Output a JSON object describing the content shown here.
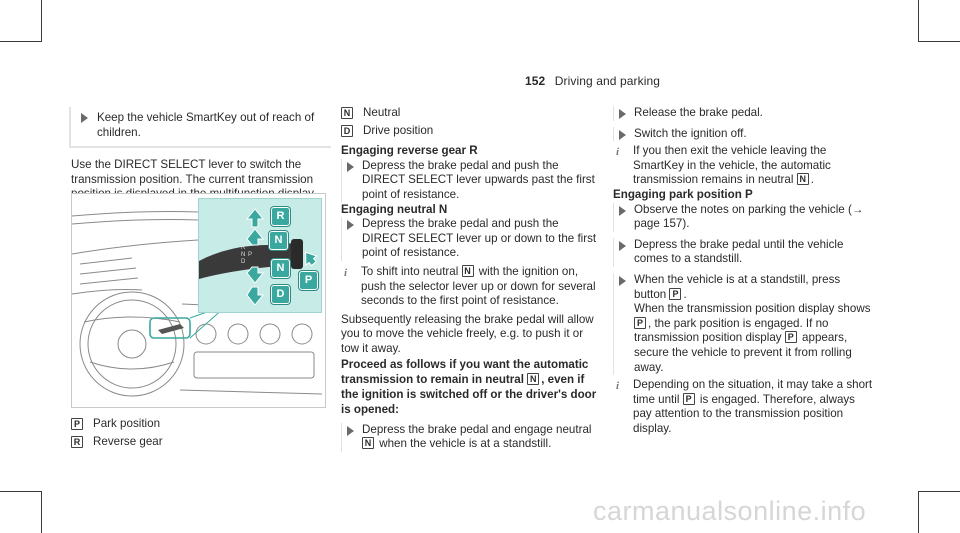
{
  "header": {
    "page_number": "152",
    "section": "Driving and parking"
  },
  "left": {
    "tip": "Keep the vehicle SmartKey out of reach of children.",
    "intro": "Use the DIRECT SELECT lever to switch the transmission position. The current transmission position is displayed in the multifunction display.",
    "figure": {
      "gears": [
        "R",
        "N",
        "N",
        "P",
        "D"
      ],
      "lever_labels": [
        "R",
        "N",
        "D",
        "P"
      ]
    },
    "legend": [
      {
        "symbol": "P",
        "text": "Park position"
      },
      {
        "symbol": "R",
        "text": "Reverse gear"
      }
    ]
  },
  "middle": {
    "legend": [
      {
        "symbol": "N",
        "text": "Neutral"
      },
      {
        "symbol": "D",
        "text": "Drive position"
      }
    ],
    "h_reverse": "Engaging reverse gear R",
    "reverse_step": "Depress the brake pedal and push the DIRECT SELECT lever upwards past the first point of resistance.",
    "h_neutral": "Engaging neutral N",
    "neutral_step": "Depress the brake pedal and push the DIRECT SELECT lever up or down to the first point of resistance.",
    "neutral_note_a": "To shift into neutral",
    "neutral_note_sym": "N",
    "neutral_note_b": "with the ignition on, push the selector lever up or down for several seconds to the first point of resistance.",
    "rolling": "Subsequently releasing the brake pedal will allow you to move the vehicle freely, e.g. to push it or tow it away.",
    "h_proceed_a": "Proceed as follows if you want the automatic transmission to remain in neutral",
    "h_proceed_sym": "N",
    "h_proceed_b": ", even if the ignition is switched off or the driver's door is opened:",
    "proceed_step_a": "Depress the brake pedal and engage neutral",
    "proceed_step_sym": "N",
    "proceed_step_b": "when the vehicle is at a standstill."
  },
  "right": {
    "step1": "Release the brake pedal.",
    "step2": "Switch the ignition off.",
    "note_a": "If you then exit the vehicle leaving the SmartKey in the vehicle, the automatic transmission remains in neutral",
    "note_sym": "N",
    "note_b": ".",
    "h_park": "Engaging park position P",
    "park_step1": "Observe the notes on parking the vehicle (→ page 157).",
    "park_step2": "Depress the brake pedal until the vehicle comes to a standstill.",
    "park_step3_a": "When the vehicle is at a standstill, press button",
    "park_step3_sym": "P",
    "park_step3_b": ".",
    "park_step3_c": "When the transmission position display shows",
    "park_step3_sym2": "P",
    "park_step3_d": ", the park position is engaged. If no transmission position display",
    "park_step3_sym3": "P",
    "park_step3_e": "appears, secure the vehicle to prevent it from rolling away.",
    "park_note_a": "Depending on the situation, it may take a short time until",
    "park_note_sym": "P",
    "park_note_b": "is engaged. Therefore, always pay attention to the transmission position display."
  },
  "watermark": "carmanualsonline.info",
  "colors": {
    "accent_teal": "#3aa89e",
    "panel_bg": "#c7ebe7",
    "text": "#2a2a2a"
  }
}
